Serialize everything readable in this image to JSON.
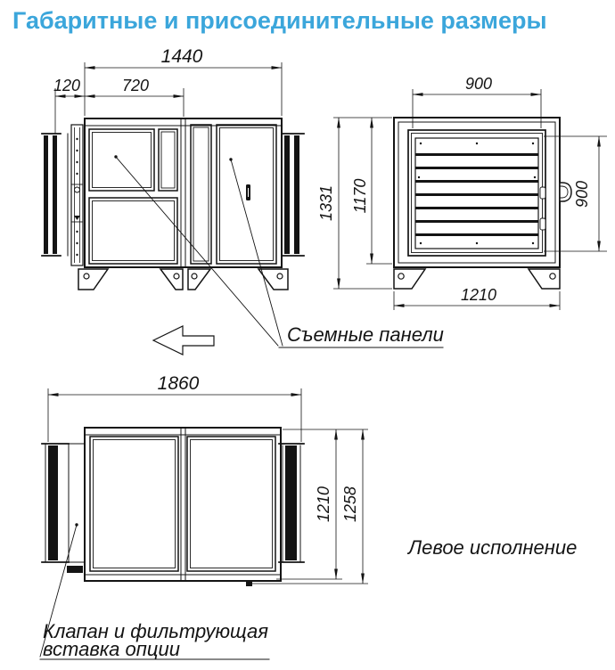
{
  "title": "Габаритные и присоединительные размеры",
  "accent_color": "#3BA6DB",
  "side_view": {
    "dim_total": "1440",
    "dim_valve": "120",
    "dim_half": "720",
    "label_panels": "Съемные панели"
  },
  "front_view": {
    "dim_width_top": "900",
    "dim_height_overall": "1331",
    "dim_height_body": "1170",
    "dim_height_right": "900",
    "dim_width_bottom": "1210"
  },
  "top_view": {
    "dim_total": "1860",
    "dim_depth": "1210",
    "dim_depth_overall": "1258",
    "label_option_line1": "Клапан и фильтрующая",
    "label_option_line2": "вставка опции",
    "label_orientation": "Левое исполнение"
  }
}
